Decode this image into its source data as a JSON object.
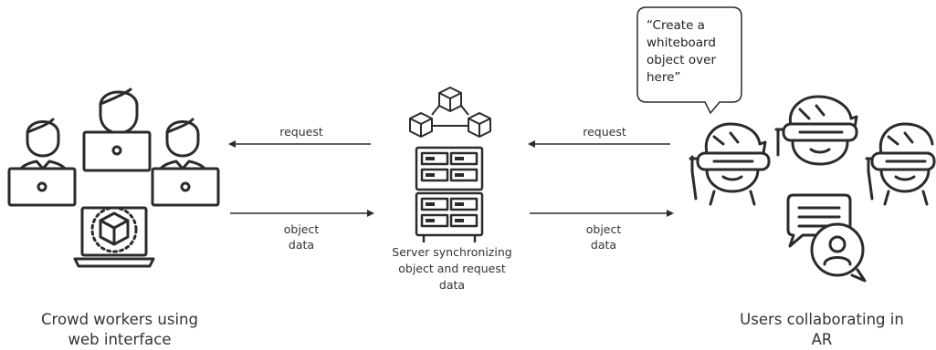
{
  "left_caption_line1": "Crowd workers using",
  "left_caption_line2": "web interface",
  "right_caption_line1": "Users collaborating in",
  "right_caption_line2": "AR",
  "server_caption_line1": "Server synchronizing",
  "server_caption_line2": "object and request",
  "server_caption_line3": "data",
  "arrow_labels": {
    "left_request": "request",
    "left_object_line1": "object",
    "left_object_line2": "data",
    "right_request": "request",
    "right_object_line1": "object",
    "right_object_line2": "data"
  },
  "speech_bubble": {
    "line1": "“Create a",
    "line2": "whiteboard",
    "line3": "object over",
    "line4": "here”"
  },
  "colors": {
    "stroke": "#2b2b2b",
    "text": "#333333"
  }
}
